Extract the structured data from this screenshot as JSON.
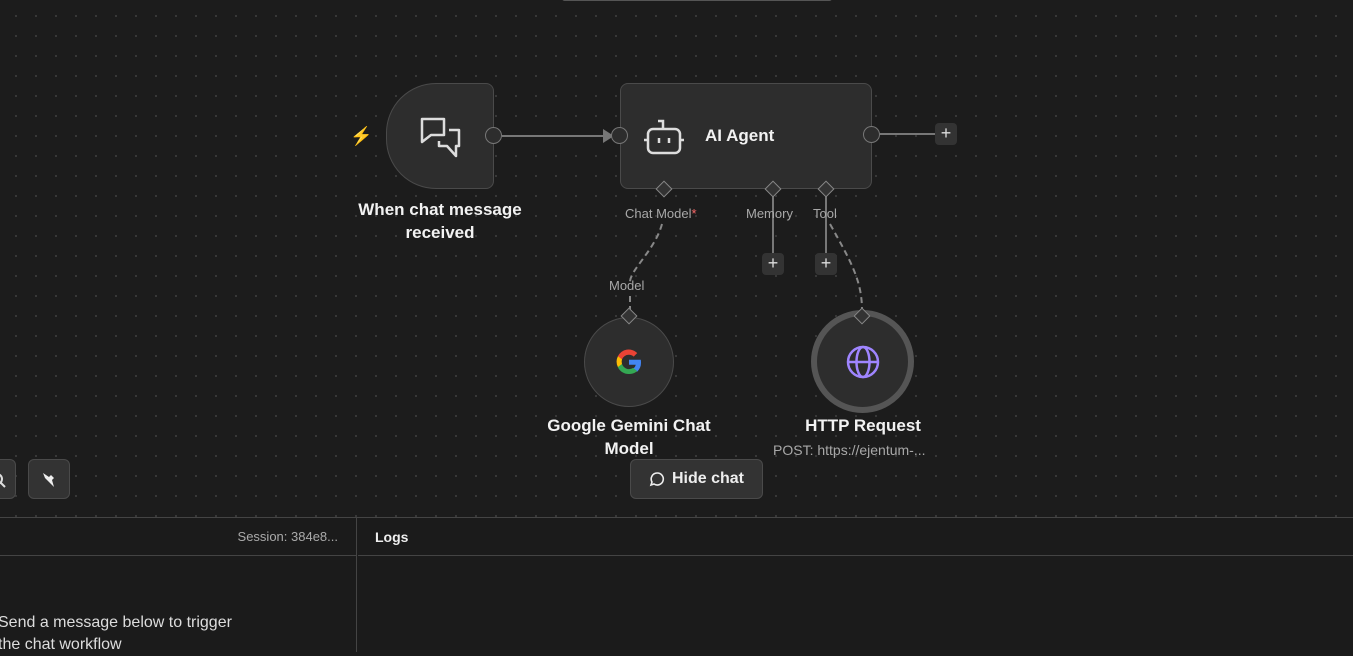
{
  "nodes": {
    "trigger": {
      "label": "When chat message received",
      "icon": "chat-bubbles-icon",
      "badge_icon": "lightning-icon"
    },
    "agent": {
      "label": "AI Agent",
      "icon": "robot-icon",
      "inputs": {
        "chat_model": "Chat Model",
        "required": "*",
        "memory": "Memory",
        "tool": "Tool"
      }
    },
    "gemini": {
      "label": "Google Gemini Chat Model",
      "icon": "google-icon",
      "output": "Model"
    },
    "http": {
      "label": "HTTP Request",
      "subtitle": "POST: https://ejentum-...",
      "icon": "globe-icon"
    }
  },
  "canvas_buttons": {
    "hide_chat": "Hide chat"
  },
  "chat_panel": {
    "session": "Session: 384e8...",
    "empty_message": "Send a message below to trigger the chat workflow"
  },
  "logs_panel": {
    "title": "Logs"
  },
  "colors": {
    "accent_trigger": "#e5574a",
    "http_icon": "#9f85ff",
    "required": "#ff6b6b"
  }
}
